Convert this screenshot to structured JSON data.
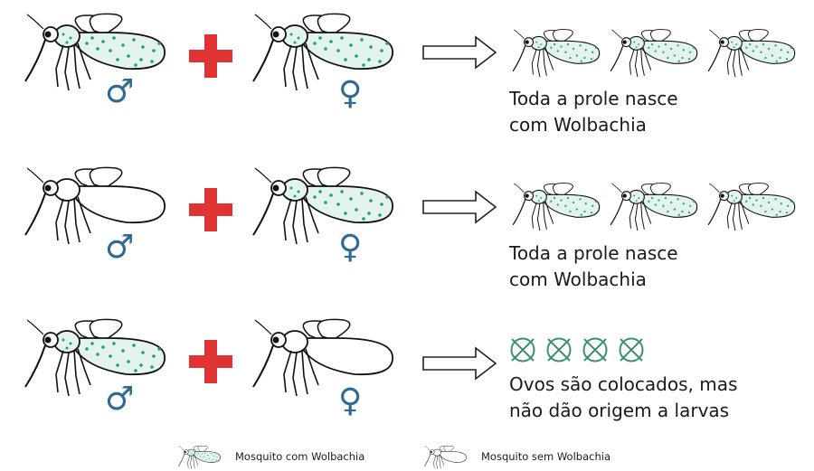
{
  "rows": [
    {
      "male": "wolbachia",
      "female": "wolbachia",
      "outcome": "offspring-wolbachia",
      "result_line1": "Toda a prole nasce",
      "result_line2": "com Wolbachia"
    },
    {
      "male": "plain",
      "female": "wolbachia",
      "outcome": "offspring-wolbachia",
      "result_line1": "Toda a prole nasce",
      "result_line2": "com Wolbachia"
    },
    {
      "male": "wolbachia",
      "female": "plain",
      "outcome": "eggs-crossed",
      "result_line1": "Ovos são colocados, mas",
      "result_line2": "não dão origem a larvas"
    }
  ],
  "symbols": {
    "male": "♂",
    "female": "♀"
  },
  "legend": {
    "with_label": "Mosquito com Wolbachia",
    "without_label": "Mosquito sem Wolbachia"
  },
  "colors": {
    "wolbachia_fill": "#e3f3ee",
    "wolbachia_dots": "#2a9d74",
    "plus": "#e03434",
    "symbol": "#2d6b96",
    "eggs": "#3b8f72"
  }
}
